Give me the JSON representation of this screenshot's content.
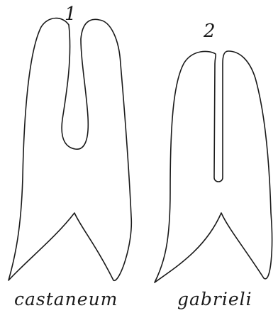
{
  "figures": [
    {
      "number": "1",
      "name": "castaneum"
    },
    {
      "number": "2",
      "name": "gabrieli"
    }
  ]
}
